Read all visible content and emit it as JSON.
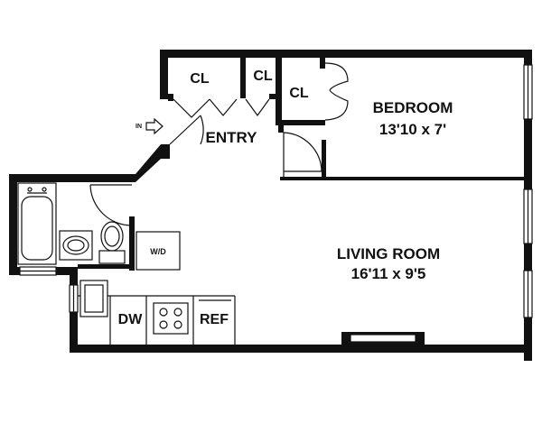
{
  "rooms": {
    "bedroom": {
      "name": "BEDROOM",
      "dims": "13'10 x 7'"
    },
    "living_room": {
      "name": "LIVING ROOM",
      "dims": "16'11 x 9'5"
    },
    "entry": {
      "name": "ENTRY"
    },
    "closets": [
      "CL",
      "CL",
      "CL"
    ]
  },
  "fixtures": {
    "washer_dryer": "W/D",
    "dishwasher": "DW",
    "refrigerator": "REF"
  },
  "entrance": {
    "label": "IN"
  }
}
